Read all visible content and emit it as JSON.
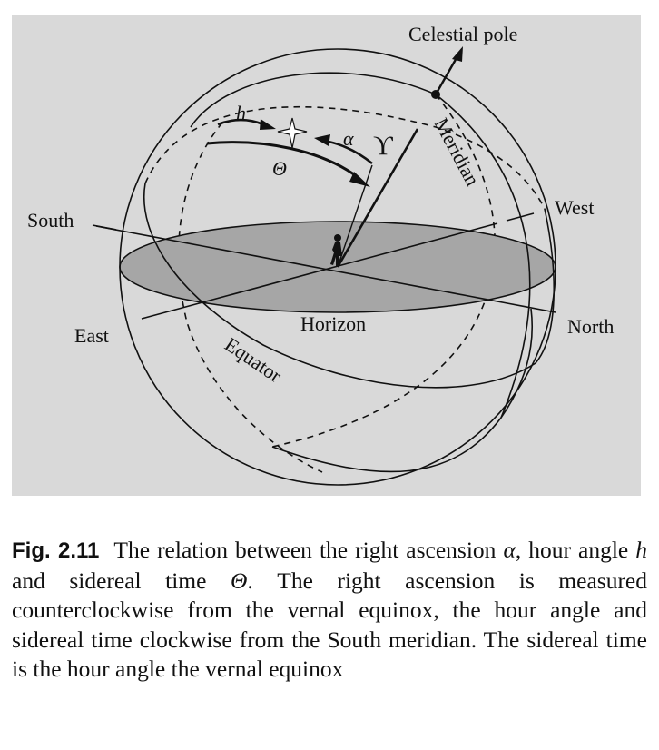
{
  "labels": {
    "celestial_pole": "Celestial pole",
    "meridian": "Meridian",
    "west": "West",
    "south": "South",
    "east": "East",
    "north": "North",
    "horizon": "Horizon",
    "equator": "Equator",
    "hour_angle": "h",
    "sidereal_time": "Θ",
    "right_ascension": "α",
    "vernal_equinox_symbol": "ϒ"
  },
  "caption": {
    "figure_number": "Fig. 2.11",
    "text_1": "The relation between the right ascension ",
    "alpha": "α",
    "text_2": ", hour angle ",
    "h": "h",
    "text_3": " and sidereal time ",
    "theta": "Θ",
    "text_4": ". The right ascension is measured counterclockwise from the vernal equinox, the hour angle and sidereal time clockwise from the South meridian. The sidereal time is the hour angle the vernal equinox"
  },
  "colors": {
    "panel_background": "#d9d9d9",
    "horizon_fill": "#a6a6a6",
    "line_color": "#111111"
  }
}
